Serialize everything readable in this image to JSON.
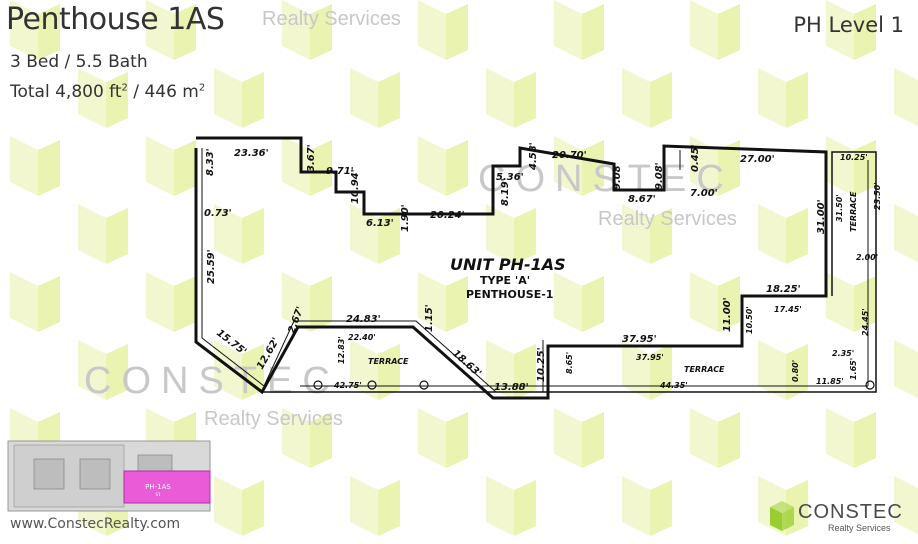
{
  "header": {
    "title": "Penthouse 1AS",
    "beds_baths": "3 Bed / 5.5 Bath",
    "area_prefix": "Total 4,800 ft",
    "area_sup1": "2",
    "area_mid": " / 446 m",
    "area_sup2": "2",
    "level": "PH Level 1"
  },
  "watermark": {
    "brand": "CONSTEC",
    "tagline": "Realty Services"
  },
  "plan": {
    "unit_label": "UNIT PH-1AS",
    "type_label": "TYPE 'A'",
    "floor_label": "PENTHOUSE-1",
    "terrace_label": "TERRACE",
    "dimensions": {
      "d1": "23.36'",
      "d2": "8.33'",
      "d3": "3.67'",
      "d4": "9.71'",
      "d5": "0.73'",
      "d6": "10.94'",
      "d7": "6.13'",
      "d8": "1.90'",
      "d9": "20.24'",
      "d10": "8.19'",
      "d11": "5.36'",
      "d12": "4.58'",
      "d13": "20.70'",
      "d14": "9.08'",
      "d15": "9.08'",
      "d16": "8.67'",
      "d17": "0.45'",
      "d18": "7.00'",
      "d19": "27.00'",
      "d20": "10.25'",
      "d21": "31.50'",
      "d22": "23.50'",
      "d23": "31.00'",
      "d24": "2.00'",
      "d25": "25.59'",
      "d26": "24.83'",
      "d27": "22.40'",
      "d28": "1.15'",
      "d29": "2.67'",
      "d30": "15.75'",
      "d31": "12.62'",
      "d32": "12.83'",
      "d33": "18.63'",
      "d34": "42.75'",
      "d35": "13.88'",
      "d36": "10.25'",
      "d37": "8.65'",
      "d38": "37.95'",
      "d39": "37.95'",
      "d40": "44.35'",
      "d41": "11.00'",
      "d42": "10.50'",
      "d43": "18.25'",
      "d44": "17.45'",
      "d45": "24.45'",
      "d46": "0.80'",
      "d47": "11.85'",
      "d48": "2.35'",
      "d49": "1.65'"
    }
  },
  "keyplan": {
    "unit_label": "PH-1AS",
    "unit_sub": "S1",
    "highlight_color": "#e95bd7"
  },
  "footer": {
    "website": "www.ConstecRealty.com"
  },
  "logo": {
    "name": "CONSTEC",
    "tagline": "Realty Services",
    "color": "#9acd32"
  }
}
